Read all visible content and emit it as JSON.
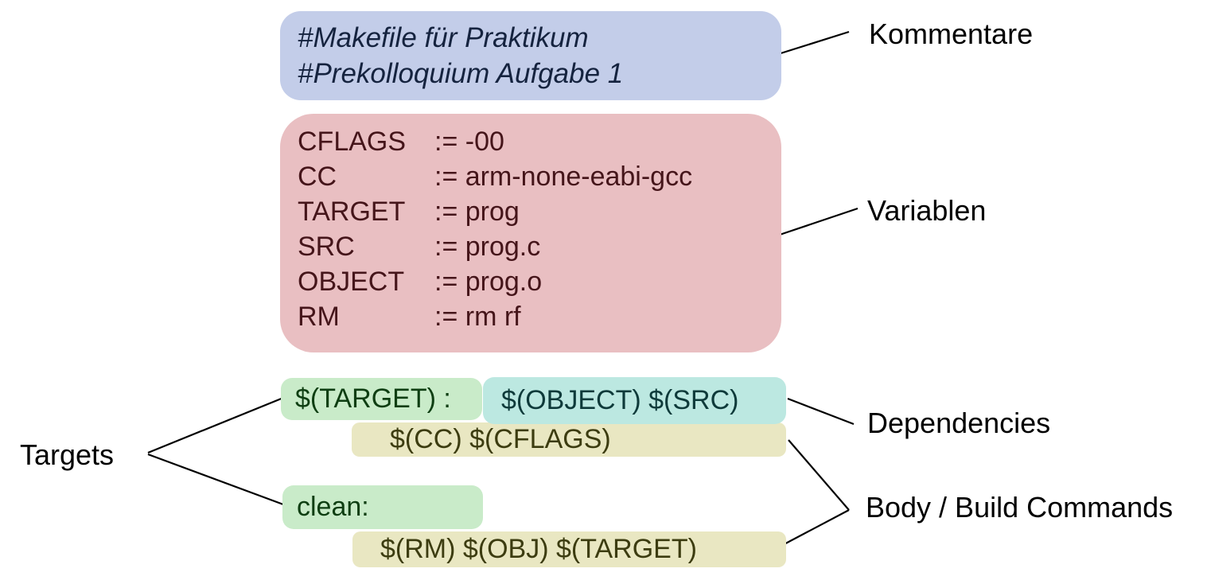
{
  "comments_box": {
    "lines": [
      "#Makefile für Praktikum",
      "#Prekolloquium Aufgabe 1"
    ]
  },
  "variables_box": {
    "rows": [
      {
        "name": "CFLAGS",
        "value": ":= -00"
      },
      {
        "name": "CC",
        "value": ":= arm-none-eabi-gcc"
      },
      {
        "name": "TARGET",
        "value": ":= prog"
      },
      {
        "name": "SRC",
        "value": ":= prog.c"
      },
      {
        "name": "OBJECT",
        "value": ":= prog.o"
      },
      {
        "name": "RM",
        "value": ":= rm rf"
      }
    ]
  },
  "rules": {
    "target_rule": "$(TARGET) :",
    "dependencies": "$(OBJECT) $(SRC)",
    "build_command_1": "$(CC) $(CFLAGS)",
    "clean_rule": "clean:",
    "build_command_2": "$(RM) $(OBJ) $(TARGET)"
  },
  "labels": {
    "targets": "Targets",
    "comments": "Kommentare",
    "variables": "Variablen",
    "dependencies": "Dependencies",
    "body": "Body / Build Commands"
  },
  "colors": {
    "comments_bg": "#c3cde9",
    "comments_text": "#15233f",
    "variables_bg": "#e9bfc2",
    "variables_text": "#45151a",
    "target_bg": "#c9ebc9",
    "target_text": "#0e3e12",
    "dependencies_bg": "#bce8e1",
    "dependencies_text": "#0e3a3a",
    "command_bg": "#e9e7c2",
    "command_text": "#3c3c10",
    "label_text": "#000000",
    "connector_line": "#000000",
    "background": "#ffffff"
  }
}
